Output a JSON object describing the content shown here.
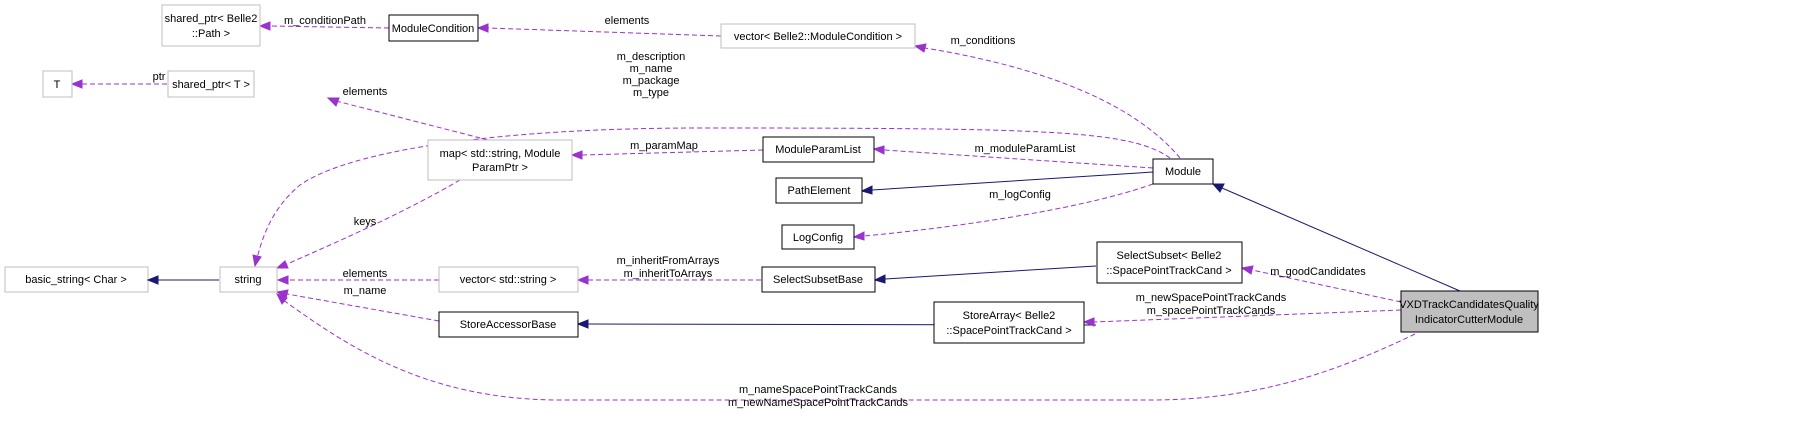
{
  "nodes": {
    "shared_ptr_path": [
      "shared_ptr< Belle2",
      "::Path >"
    ],
    "module_condition": "ModuleCondition",
    "vector_module_condition": "vector< Belle2::ModuleCondition >",
    "t": "T",
    "shared_ptr_t": "shared_ptr< T >",
    "map": [
      "map< std::string, Module",
      "ParamPtr >"
    ],
    "module_param_list": "ModuleParamList",
    "path_element": "PathElement",
    "module": "Module",
    "log_config": "LogConfig",
    "select_subset_base": "SelectSubsetBase",
    "select_subset": [
      "SelectSubset< Belle2",
      "::SpacePointTrackCand >"
    ],
    "basic_string": "basic_string< Char >",
    "string": "string",
    "vector_string": "vector< std::string >",
    "store_accessor_base": "StoreAccessorBase",
    "store_array": [
      "StoreArray< Belle2",
      "::SpacePointTrackCand >"
    ],
    "vxd": [
      "VXDTrackCandidatesQuality",
      "IndicatorCutterModule"
    ]
  },
  "edge_labels": {
    "condition_path": "m_conditionPath",
    "elements_cond": "elements",
    "conditions": "m_conditions",
    "ptr": "ptr",
    "elements_map": "elements",
    "module_strings": [
      "m_description",
      "m_name",
      "m_package",
      "m_type"
    ],
    "param_map": "m_paramMap",
    "module_param_list": "m_moduleParamList",
    "log_config": "m_logConfig",
    "keys": "keys",
    "elements_vec": "elements",
    "inherit_arrays": [
      "m_inheritFromArrays",
      "m_inheritToArrays"
    ],
    "m_name": "m_name",
    "good_candidates": "m_goodCandidates",
    "store_array": [
      "m_newSpacePointTrackCands",
      "m_spacePointTrackCands"
    ],
    "name_strings": [
      "m_nameSpacePointTrackCands",
      "m_newNameSpacePointTrackCands"
    ]
  },
  "colors": {
    "usage_edge": "#9a32cd",
    "inheritance_edge": "#191970",
    "focus_fill": "#bfbfbf"
  }
}
